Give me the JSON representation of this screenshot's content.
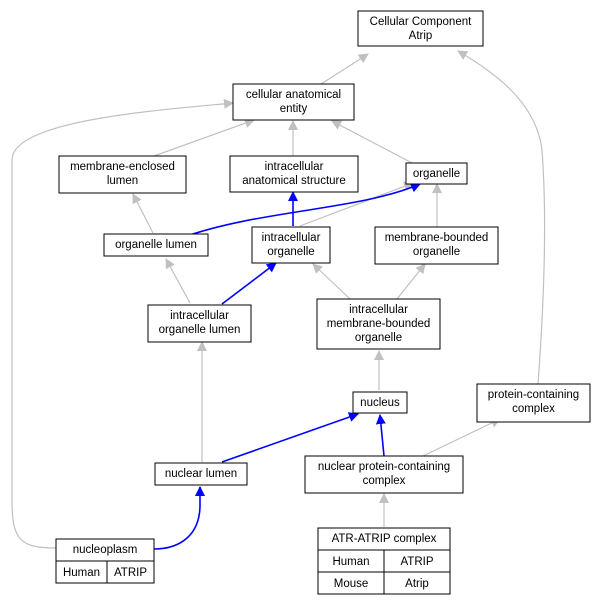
{
  "graph": {
    "nodes": {
      "root": {
        "line1": "Cellular Component",
        "line2": "Atrip"
      },
      "cae": {
        "line1": "cellular anatomical",
        "line2": "entity"
      },
      "mel": {
        "line1": "membrane-enclosed",
        "line2": "lumen"
      },
      "ias": {
        "line1": "intracellular",
        "line2": "anatomical structure"
      },
      "organelle": {
        "line1": "organelle"
      },
      "organelle_lumen": {
        "line1": "organelle lumen"
      },
      "intracellular_organelle": {
        "line1": "intracellular",
        "line2": "organelle"
      },
      "mbo": {
        "line1": "membrane-bounded",
        "line2": "organelle"
      },
      "iol": {
        "line1": "intracellular",
        "line2": "organelle lumen"
      },
      "imbo": {
        "line1": "intracellular",
        "line2": "membrane-bounded",
        "line3": "organelle"
      },
      "nucleus": {
        "line1": "nucleus"
      },
      "pcc": {
        "line1": "protein-containing",
        "line2": "complex"
      },
      "nuclear_lumen": {
        "line1": "nuclear lumen"
      },
      "npcc": {
        "line1": "nuclear protein-containing",
        "line2": "complex"
      },
      "nucleoplasm": {
        "line1": "nucleoplasm",
        "species": "Human",
        "gene": "ATRIP"
      },
      "atr_atrip": {
        "line1": "ATR-ATRIP complex",
        "rows": [
          {
            "species": "Human",
            "gene": "ATRIP"
          },
          {
            "species": "Mouse",
            "gene": "Atrip"
          }
        ]
      }
    },
    "colors": {
      "human": "#ff6347",
      "mouse": "#add8e6",
      "highlight_edge": "#0000ff",
      "normal_edge": "#c0c0c0"
    }
  }
}
